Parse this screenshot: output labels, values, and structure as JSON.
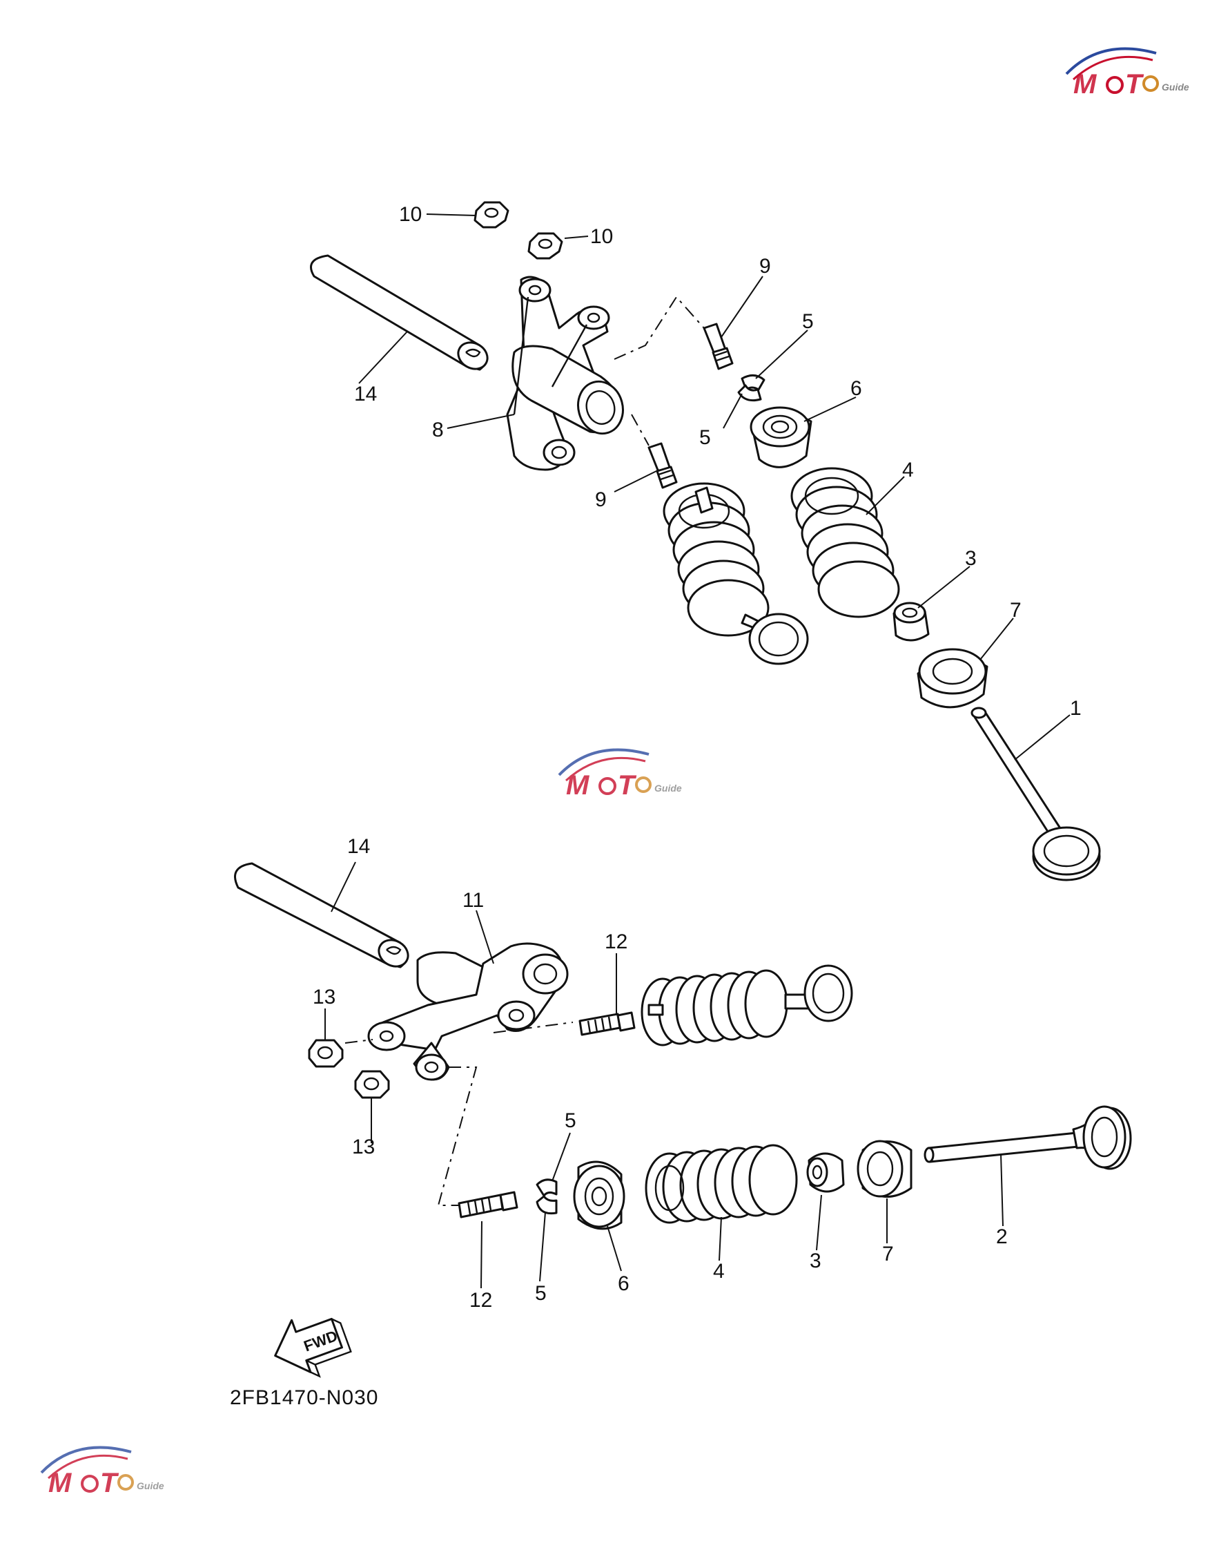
{
  "diagram": {
    "diagram_code": "2FB1470-N030",
    "fwd_label": "FWD",
    "watermark": {
      "brand": "MOTO",
      "suffix": "Guide",
      "color_main": "#c8102e",
      "color_accent": "#2b4a9e"
    },
    "callouts": {
      "c10a": "10",
      "c10b": "10",
      "c9a": "9",
      "c5a": "5",
      "c14a": "14",
      "c6a": "6",
      "c8": "8",
      "c5b": "5",
      "c9b": "9",
      "c4a": "4",
      "c3a": "3",
      "c7a": "7",
      "c1": "1",
      "c14b": "14",
      "c11": "11",
      "c12a": "12",
      "c13a": "13",
      "c13b": "13",
      "c5c": "5",
      "c5d": "5",
      "c6b": "6",
      "c4b": "4",
      "c3b": "3",
      "c7b": "7",
      "c2": "2",
      "c12b": "12"
    }
  }
}
